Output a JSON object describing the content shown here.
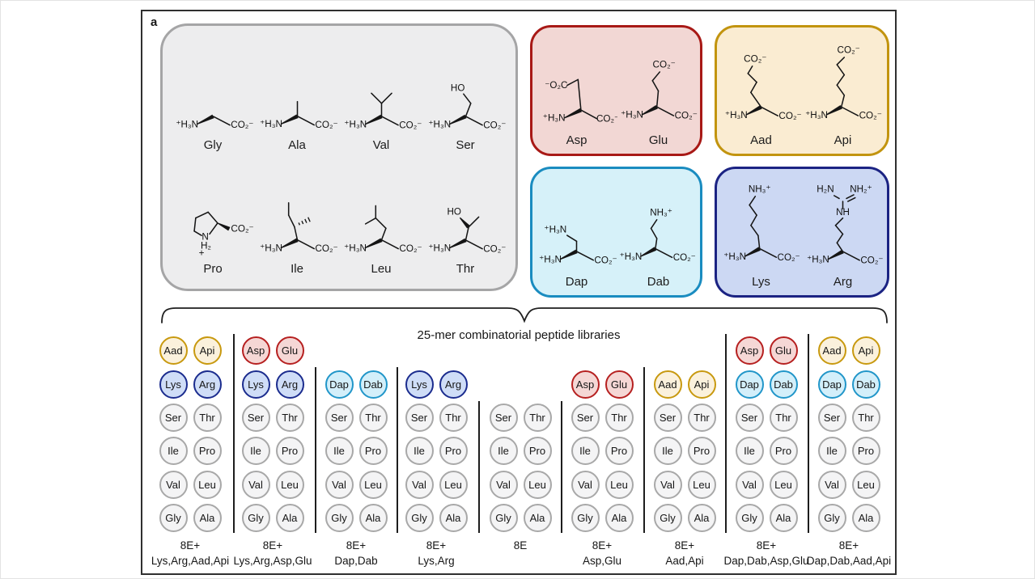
{
  "figure": {
    "panel_label": "a",
    "brace_caption": "25-mer combinatorial peptide libraries"
  },
  "chem_labels": {
    "am": "⁺H₃N",
    "co": "CO₂⁻",
    "oc": "⁻O₂C",
    "ho": "HO",
    "nh3": "NH₃⁺",
    "h2n": "H₂N",
    "nh2": "NH₂⁺",
    "nh": "NH",
    "n": "N",
    "h2": "H₂",
    "plus": "+"
  },
  "panels": [
    {
      "id": "neutral",
      "fill": "#ededee",
      "border": "#a5a5a6",
      "amino_acids": [
        "Gly",
        "Ala",
        "Val",
        "Ser",
        "Pro",
        "Ile",
        "Leu",
        "Thr"
      ]
    },
    {
      "id": "asp-glu",
      "fill": "#f2d7d4",
      "border": "#a81916",
      "amino_acids": [
        "Asp",
        "Glu"
      ]
    },
    {
      "id": "aad-api",
      "fill": "#faecd2",
      "border": "#c2940f",
      "amino_acids": [
        "Aad",
        "Api"
      ]
    },
    {
      "id": "dap-dab",
      "fill": "#d6f1f9",
      "border": "#1a8cc0",
      "amino_acids": [
        "Dap",
        "Dab"
      ]
    },
    {
      "id": "lys-arg",
      "fill": "#ccd8f3",
      "border": "#1b2383",
      "amino_acids": [
        "Lys",
        "Arg"
      ]
    }
  ],
  "circle_colors": {
    "orange": {
      "fill": "#fbf1dc",
      "border": "#c8990f"
    },
    "red": {
      "fill": "#f5d7d5",
      "border": "#b62020"
    },
    "blue": {
      "fill": "#cfddf7",
      "border": "#1b2c8e"
    },
    "cyan": {
      "fill": "#d3effa",
      "border": "#2196c9"
    },
    "gray": {
      "fill": "#f4f4f5",
      "border": "#a8a8a8"
    }
  },
  "libraries": {
    "columns": [
      {
        "rows": [
          [
            "Aad",
            "Api"
          ],
          [
            "Lys",
            "Arg"
          ],
          [
            "Ser",
            "Thr"
          ],
          [
            "Ile",
            "Pro"
          ],
          [
            "Val",
            "Leu"
          ],
          [
            "Gly",
            "Ala"
          ]
        ],
        "label_line1": "8E+",
        "label_line2": "Lys,Arg,Aad,Api"
      },
      {
        "rows": [
          [
            "Asp",
            "Glu"
          ],
          [
            "Lys",
            "Arg"
          ],
          [
            "Ser",
            "Thr"
          ],
          [
            "Ile",
            "Pro"
          ],
          [
            "Val",
            "Leu"
          ],
          [
            "Gly",
            "Ala"
          ]
        ],
        "label_line1": "8E+",
        "label_line2": "Lys,Arg,Asp,Glu"
      },
      {
        "rows": [
          null,
          [
            "Dap",
            "Dab"
          ],
          [
            "Ser",
            "Thr"
          ],
          [
            "Ile",
            "Pro"
          ],
          [
            "Val",
            "Leu"
          ],
          [
            "Gly",
            "Ala"
          ]
        ],
        "label_line1": "8E+",
        "label_line2": "Dap,Dab"
      },
      {
        "rows": [
          null,
          [
            "Lys",
            "Arg"
          ],
          [
            "Ser",
            "Thr"
          ],
          [
            "Ile",
            "Pro"
          ],
          [
            "Val",
            "Leu"
          ],
          [
            "Gly",
            "Ala"
          ]
        ],
        "label_line1": "8E+",
        "label_line2": "Lys,Arg"
      },
      {
        "rows": [
          null,
          null,
          [
            "Ser",
            "Thr"
          ],
          [
            "Ile",
            "Pro"
          ],
          [
            "Val",
            "Leu"
          ],
          [
            "Gly",
            "Ala"
          ]
        ],
        "label_line1": "8E",
        "label_line2": ""
      },
      {
        "rows": [
          null,
          [
            "Asp",
            "Glu"
          ],
          [
            "Ser",
            "Thr"
          ],
          [
            "Ile",
            "Pro"
          ],
          [
            "Val",
            "Leu"
          ],
          [
            "Gly",
            "Ala"
          ]
        ],
        "label_line1": "8E+",
        "label_line2": "Asp,Glu"
      },
      {
        "rows": [
          null,
          [
            "Aad",
            "Api"
          ],
          [
            "Ser",
            "Thr"
          ],
          [
            "Ile",
            "Pro"
          ],
          [
            "Val",
            "Leu"
          ],
          [
            "Gly",
            "Ala"
          ]
        ],
        "label_line1": "8E+",
        "label_line2": "Aad,Api"
      },
      {
        "rows": [
          [
            "Asp",
            "Glu"
          ],
          [
            "Dap",
            "Dab"
          ],
          [
            "Ser",
            "Thr"
          ],
          [
            "Ile",
            "Pro"
          ],
          [
            "Val",
            "Leu"
          ],
          [
            "Gly",
            "Ala"
          ]
        ],
        "label_line1": "8E+",
        "label_line2": "Dap,Dab,Asp,Glu"
      },
      {
        "rows": [
          [
            "Aad",
            "Api"
          ],
          [
            "Dap",
            "Dab"
          ],
          [
            "Ser",
            "Thr"
          ],
          [
            "Ile",
            "Pro"
          ],
          [
            "Val",
            "Leu"
          ],
          [
            "Gly",
            "Ala"
          ]
        ],
        "label_line1": "8E+",
        "label_line2": "Dap,Dab,Aad,Api"
      }
    ]
  }
}
